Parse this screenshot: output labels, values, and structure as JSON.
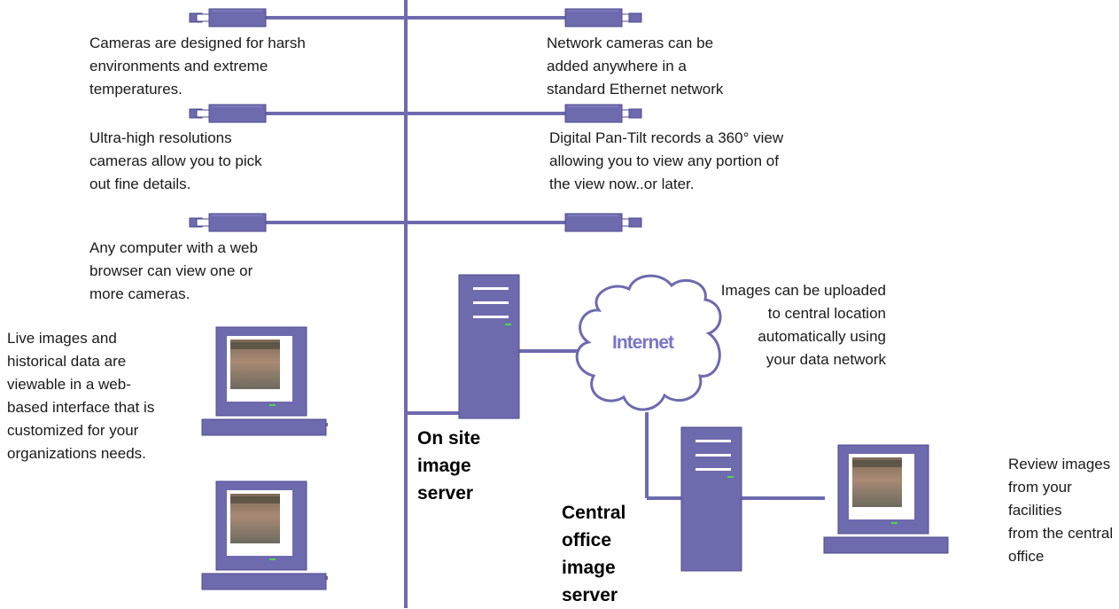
{
  "colors": {
    "network": "#6e6aae",
    "led": "#4cd84c",
    "cloud_text": "#7a75c6"
  },
  "captions": {
    "cam_harsh": "Cameras are designed for harsh\nenvironments and extreme\ntemperatures.",
    "cam_network": "Network cameras can be\nadded anywhere in a\nstandard Ethernet network",
    "cam_resolution": "Ultra-high resolutions\ncameras allow you to pick\nout fine details.",
    "cam_pantilt": "Digital Pan-Tilt records a 360° view\nallowing you to view any portion of\nthe view now..or later.",
    "browser": "Any computer with a web\nbrowser can view one or\nmore cameras.",
    "upload": "Images can be uploaded\nto central location\nautomatically using\nyour data network",
    "live_images": "Live images and\nhistorical data are\nviewable in a web-\nbased interface that is\ncustomized for your\norganizations needs.",
    "review": "Review images\nfrom your facilities\nfrom the central\noffice"
  },
  "labels": {
    "onsite_server": "On site\nimage\nserver",
    "central_server": "Central\noffice\nimage\nserver",
    "internet": "Internet"
  },
  "icons": [
    "camera-icon",
    "server-icon",
    "computer-monitor-icon",
    "keyboard-icon",
    "cloud-icon"
  ]
}
